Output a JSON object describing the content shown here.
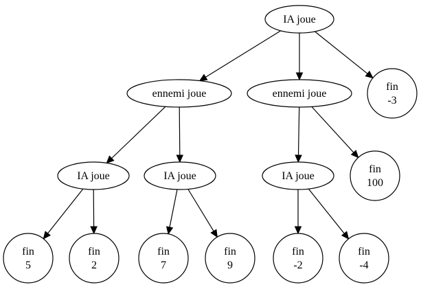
{
  "nodes": {
    "root": {
      "lines": [
        "IA joue"
      ]
    },
    "enemy_left": {
      "lines": [
        "ennemi joue"
      ]
    },
    "enemy_mid": {
      "lines": [
        "ennemi joue"
      ]
    },
    "end_root": {
      "lines": [
        "fin",
        "-3"
      ]
    },
    "ia_ll": {
      "lines": [
        "IA joue"
      ]
    },
    "ia_lr": {
      "lines": [
        "IA joue"
      ]
    },
    "ia_ml": {
      "lines": [
        "IA joue"
      ]
    },
    "end_mr": {
      "lines": [
        "fin",
        "100"
      ]
    },
    "end_1": {
      "lines": [
        "fin",
        "5"
      ]
    },
    "end_2": {
      "lines": [
        "fin",
        "2"
      ]
    },
    "end_3": {
      "lines": [
        "fin",
        "7"
      ]
    },
    "end_4": {
      "lines": [
        "fin",
        "9"
      ]
    },
    "end_5": {
      "lines": [
        "fin",
        "-2"
      ]
    },
    "end_6": {
      "lines": [
        "fin",
        "-4"
      ]
    }
  },
  "edges": [
    [
      "root",
      "enemy_left"
    ],
    [
      "root",
      "enemy_mid"
    ],
    [
      "root",
      "end_root"
    ],
    [
      "enemy_left",
      "ia_ll"
    ],
    [
      "enemy_left",
      "ia_lr"
    ],
    [
      "enemy_mid",
      "ia_ml"
    ],
    [
      "enemy_mid",
      "end_mr"
    ],
    [
      "ia_ll",
      "end_1"
    ],
    [
      "ia_ll",
      "end_2"
    ],
    [
      "ia_lr",
      "end_3"
    ],
    [
      "ia_lr",
      "end_4"
    ],
    [
      "ia_ml",
      "end_5"
    ],
    [
      "ia_ml",
      "end_6"
    ]
  ]
}
